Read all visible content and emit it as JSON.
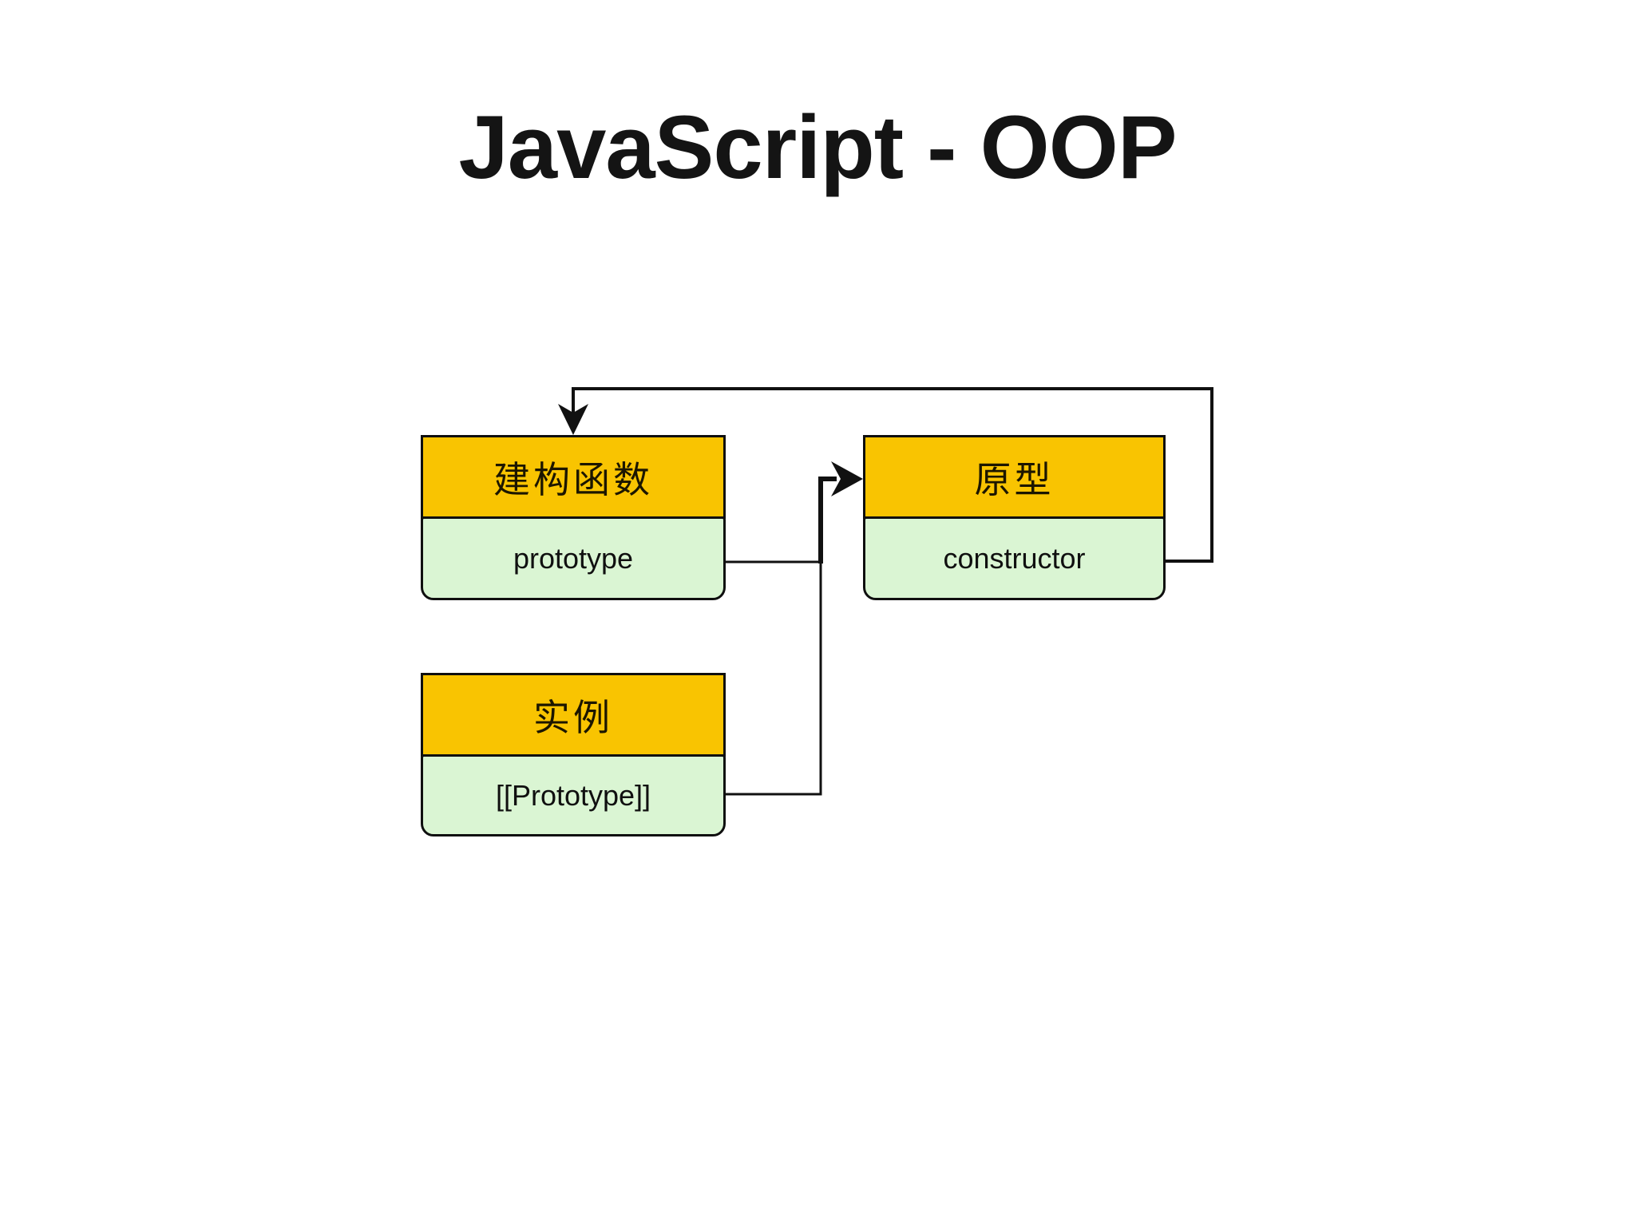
{
  "title": "JavaScript - OOP",
  "colors": {
    "header_fill": "#f9c401",
    "body_fill": "#daf5d3",
    "border": "#0f0f0f",
    "connector": "#111111",
    "background": "#ffffff",
    "title_color": "#141414"
  },
  "boxes": [
    {
      "id": "constructor-function",
      "header": "建构函数",
      "body": "prototype"
    },
    {
      "id": "prototype-object",
      "header": "原型",
      "body": "constructor"
    },
    {
      "id": "instance",
      "header": "实例",
      "body": "[[Prototype]]"
    }
  ],
  "connections": [
    {
      "from": "建构函数.prototype",
      "to": "原型",
      "type": "arrow"
    },
    {
      "from": "实例.[[Prototype]]",
      "to": "原型",
      "type": "arrow"
    },
    {
      "from": "原型.constructor",
      "to": "建构函数",
      "type": "arrow"
    }
  ]
}
